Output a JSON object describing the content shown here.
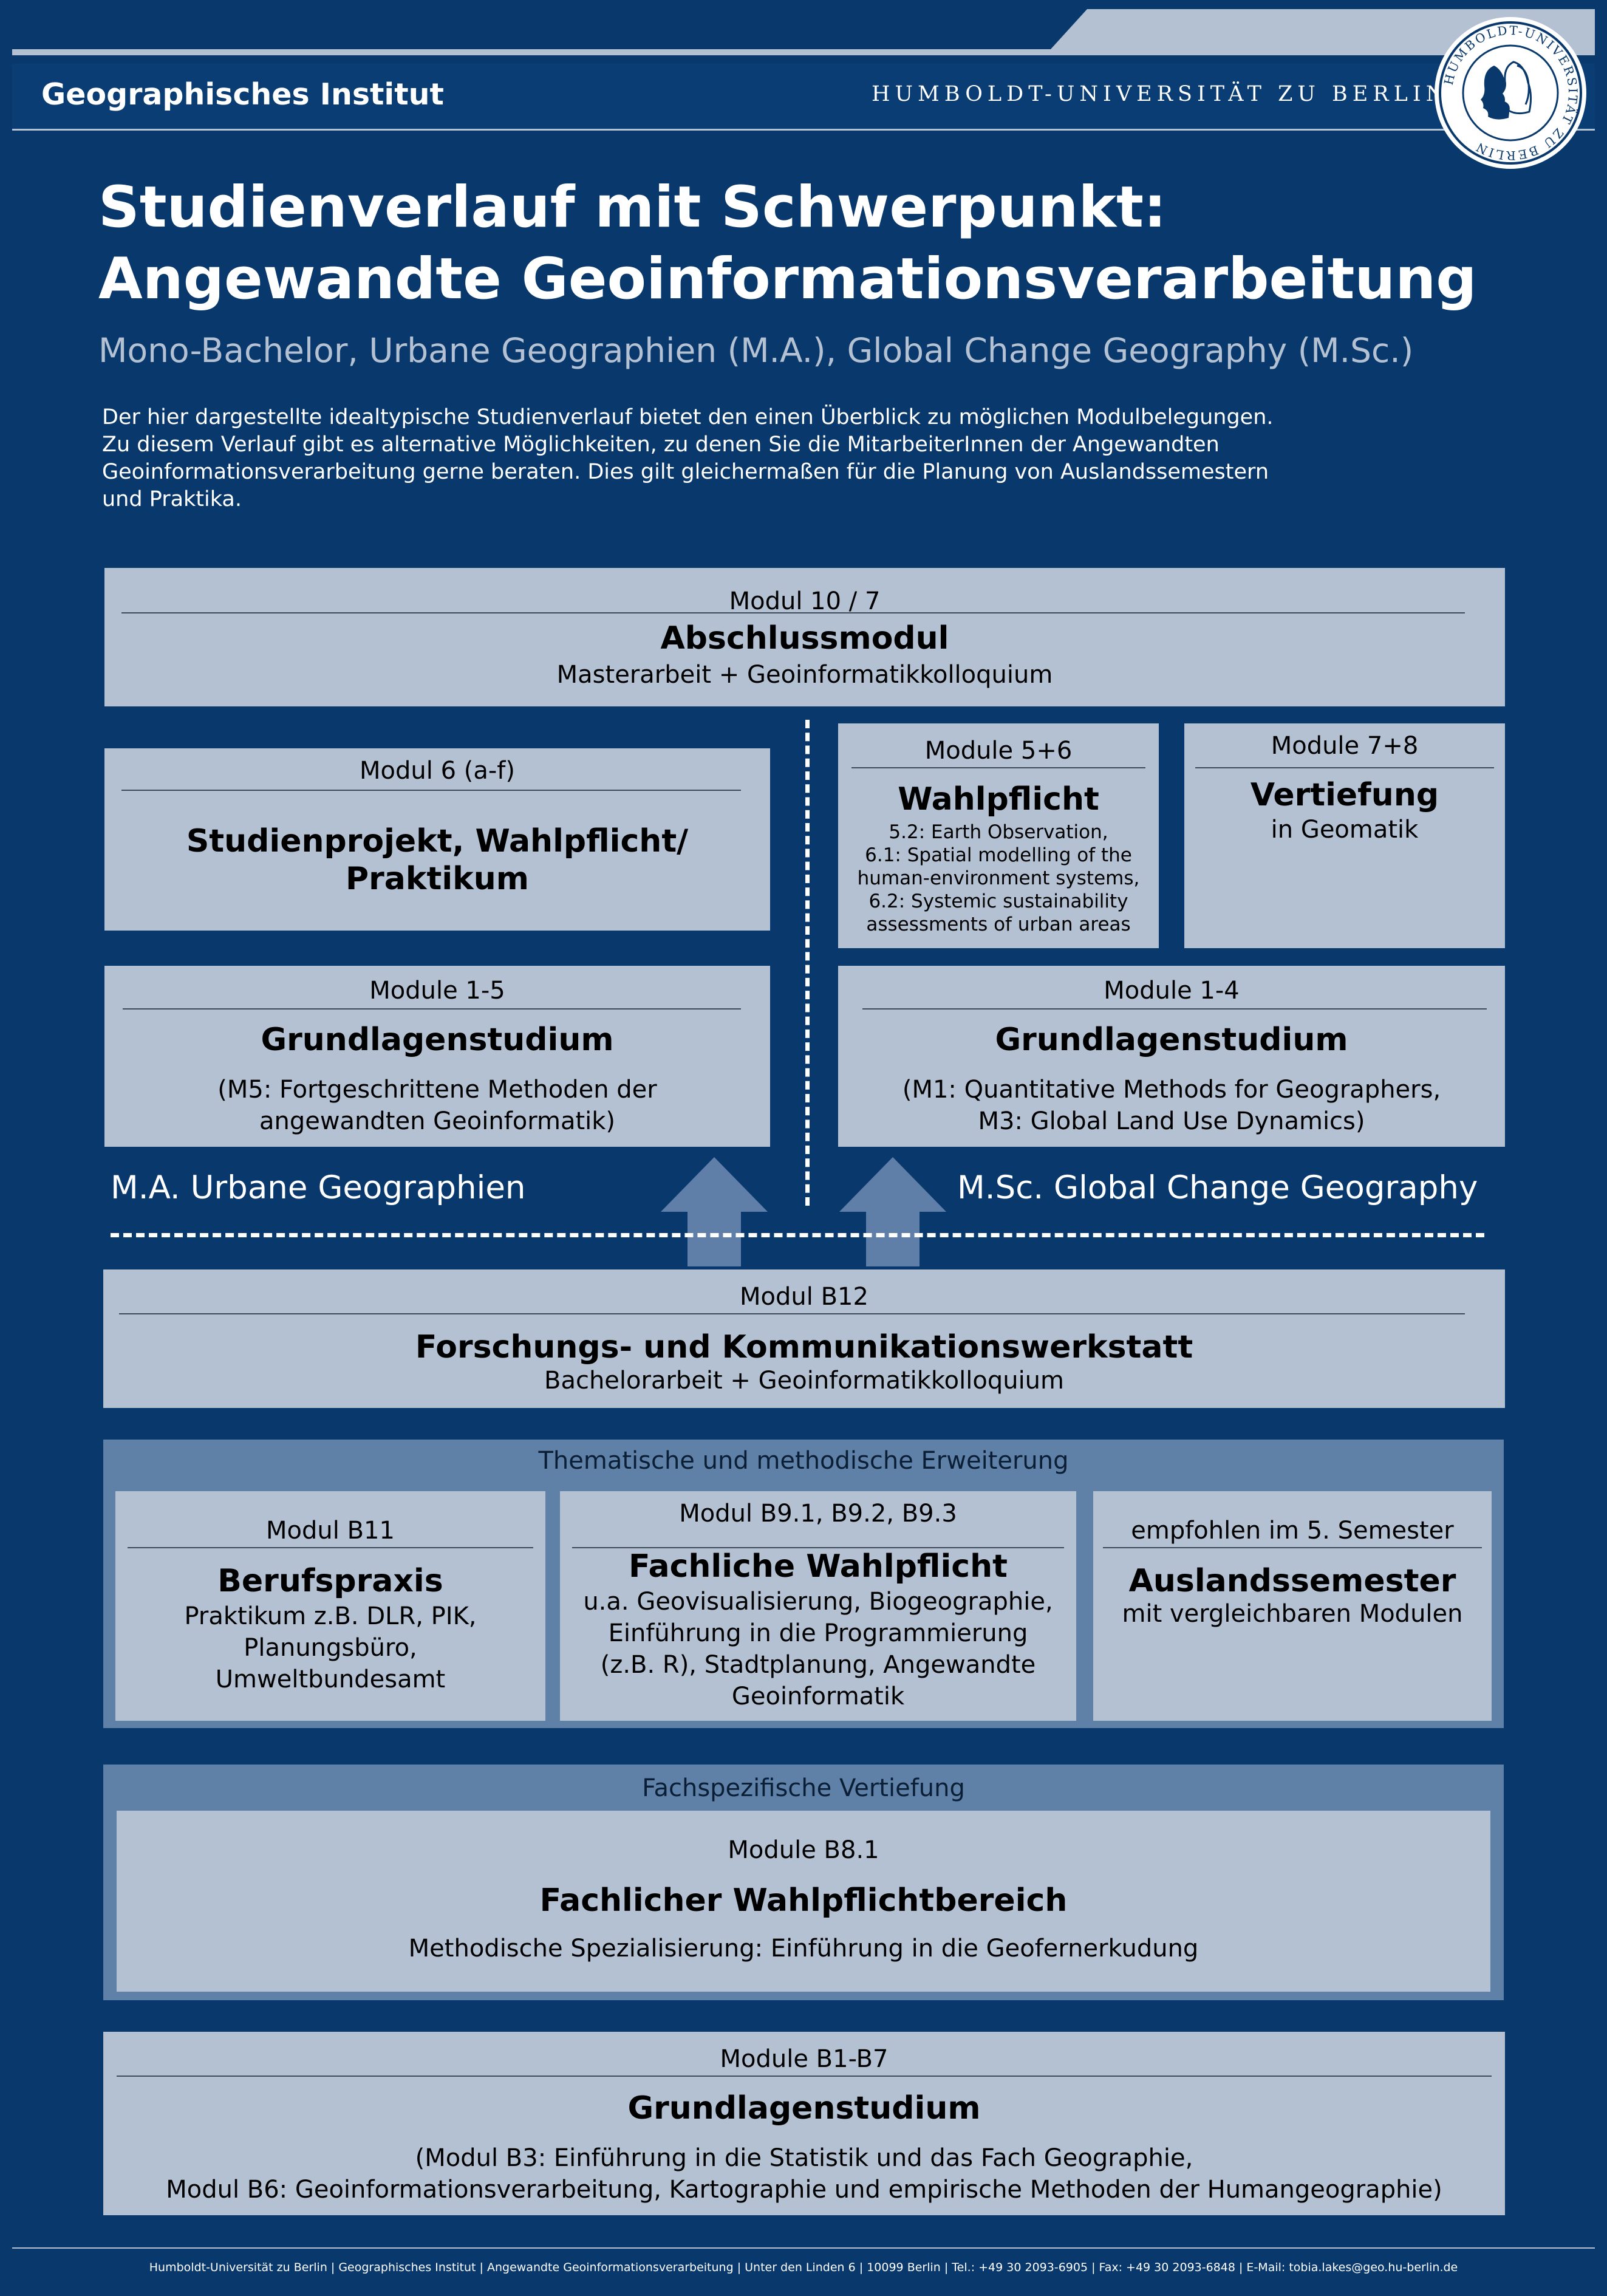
{
  "header": {
    "institute": "Geographisches Institut",
    "university": "HUMBOLDT-UNIVERSITÄT ZU BERLIN",
    "seal_text": "HUMBOLDT-UNIVERSITÄT ZU BERLIN"
  },
  "title": {
    "line1": "Studienverlauf mit Schwerpunkt:",
    "line2": "Angewandte Geoinformationsverarbeitung",
    "subtitle": "Mono-Bachelor, Urbane Geographien (M.A.), Global Change Geography (M.Sc.)"
  },
  "intro": {
    "line1": "Der hier dargestellte idealtypische Studienverlauf bietet den einen Überblick zu möglichen Modulbelegungen.",
    "line2": "Zu diesem Verlauf gibt es alternative Möglichkeiten, zu denen Sie die MitarbeiterInnen der Angewandten",
    "line3": "Geoinformationsverarbeitung gerne beraten. Dies gilt gleichermaßen für die Planung von Auslandssemestern",
    "line4": "und Praktika."
  },
  "abschluss": {
    "code": "Modul 10 / 7",
    "title": "Abschlussmodul",
    "desc": "Masterarbeit + Geoinformatikkolloquium"
  },
  "ma_m6": {
    "code": "Modul 6 (a-f)",
    "title1": "Studienprojekt, Wahlpflicht/",
    "title2": "Praktikum"
  },
  "msc_m56": {
    "code": "Module 5+6",
    "title": "Wahlpflicht",
    "l1": "5.2: Earth Observation,",
    "l2": "6.1: Spatial modelling of the",
    "l3": "human-environment systems,",
    "l4": "6.2: Systemic sustainability",
    "l5": "assessments of urban areas"
  },
  "msc_m78": {
    "code": "Module 7+8",
    "title": "Vertiefung",
    "desc": "in Geomatik"
  },
  "ma_m15": {
    "code": "Module 1-5",
    "title": "Grundlagenstudium",
    "l1": "(M5: Fortgeschrittene Methoden der",
    "l2": "angewandten Geoinformatik)"
  },
  "msc_m14": {
    "code": "Module 1-4",
    "title": "Grundlagenstudium",
    "l1": "(M1: Quantitative Methods for Geographers,",
    "l2": "M3: Global Land Use Dynamics)"
  },
  "tracks": {
    "ma": "M.A. Urbane Geographien",
    "msc": "M.Sc. Global Change Geography"
  },
  "b12": {
    "code": "Modul B12",
    "title": "Forschungs- und Kommunikationswerkstatt",
    "desc": "Bachelorarbeit + Geoinformatikkolloquium"
  },
  "erweiterung": {
    "heading": "Thematische und methodische Erweiterung",
    "b11": {
      "code": "Modul B11",
      "title": "Berufspraxis",
      "l1": "Praktikum z.B. DLR, PIK,",
      "l2": "Planungsbüro,",
      "l3": "Umweltbundesamt"
    },
    "b9": {
      "code": "Modul B9.1, B9.2, B9.3",
      "title": "Fachliche Wahlpflicht",
      "l1": "u.a. Geovisualisierung, Biogeographie,",
      "l2": "Einführung in die Programmierung",
      "l3": "(z.B. R), Stadtplanung, Angewandte",
      "l4": "Geoinformatik"
    },
    "ausland": {
      "code": "empfohlen im 5. Semester",
      "title": "Auslandssemester",
      "desc": "mit vergleichbaren Modulen"
    }
  },
  "vertiefung": {
    "heading": "Fachspezifische Vertiefung",
    "code": "Module B8.1",
    "title": "Fachlicher Wahlpflichtbereich",
    "desc": "Methodische Spezialisierung: Einführung in die Geofernerkudung"
  },
  "b17": {
    "code": "Module B1-B7",
    "title": "Grundlagenstudium",
    "l1": "(Modul B3: Einführung in die Statistik und das Fach Geographie,",
    "l2": "Modul B6: Geoinformationsverarbeitung, Kartographie und empirische Methoden der Humangeographie)"
  },
  "footer": {
    "text": "Humboldt-Universität zu Berlin | Geographisches Institut | Angewandte Geoinformationsverarbeitung | Unter den Linden 6 | 10099 Berlin | Tel.: +49 30 2093-6905 | Fax: +49 30 2093-6848 | E-Mail: tobia.lakes@geo.hu-berlin.de"
  },
  "colors": {
    "background": "#08386c",
    "box": "#b3c1d3",
    "group": "#5f80a7",
    "arrow": "#5f7fa8"
  }
}
